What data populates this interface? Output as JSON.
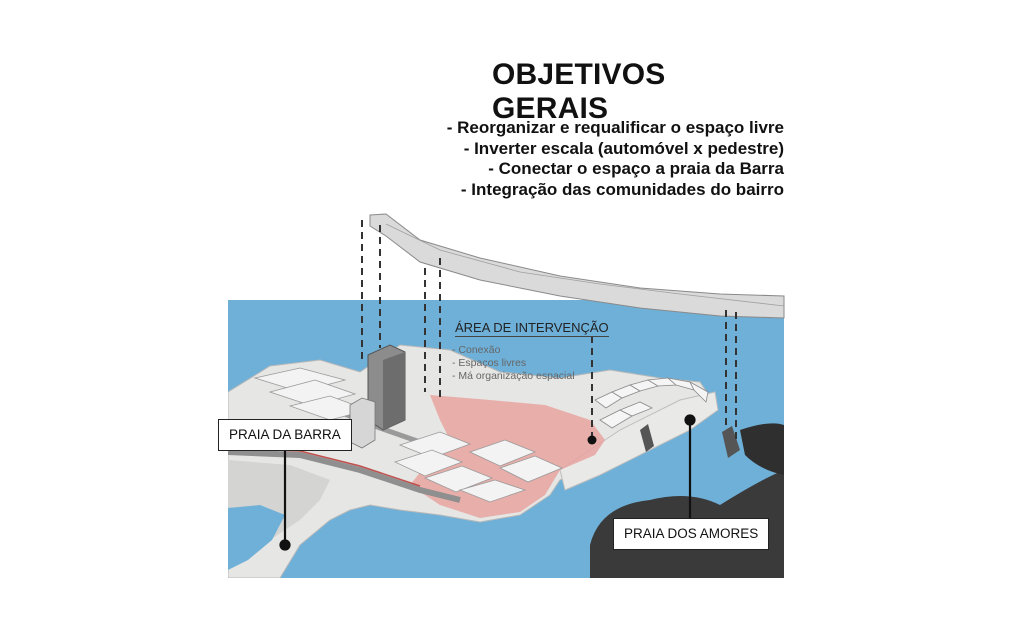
{
  "title": "OBJETIVOS GERAIS",
  "objectives": [
    "- Reorganizar e requalificar o espaço livre",
    "- Inverter escala (automóvel x pedestre)",
    "- Conectar o espaço a praia da Barra",
    "- Integração das comunidades do bairro"
  ],
  "intervention_area": {
    "title": "ÁREA DE INTERVENÇÃO",
    "items": [
      "- Conexão",
      "- Espaços livres",
      "- Má organização espacial"
    ]
  },
  "labels": {
    "praia_barra": "PRAIA DA BARRA",
    "praia_amores": "PRAIA DOS AMORES"
  },
  "colors": {
    "sea": "#6fb0d8",
    "land": "#e6e6e4",
    "rock": "#3a3a3a",
    "intervention": "#e8a3a0",
    "road": "#8f8f8f"
  }
}
